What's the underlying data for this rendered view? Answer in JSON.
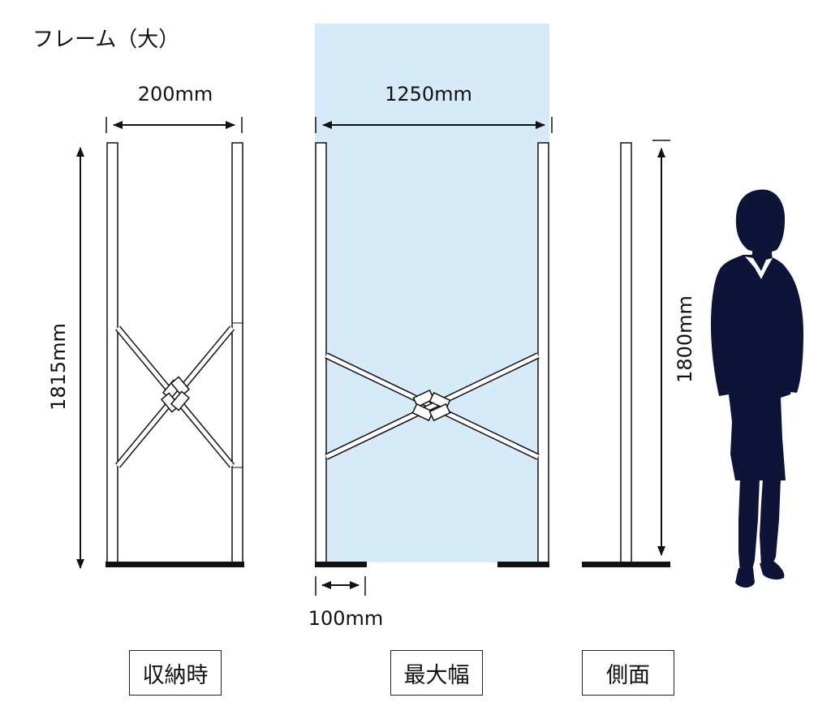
{
  "title": "フレーム（大）",
  "dimensions": {
    "collapsed_width": "200mm",
    "max_width": "1250mm",
    "collapsed_height": "1815mm",
    "side_height": "1800mm",
    "foot_width": "100mm"
  },
  "captions": {
    "collapsed": "収納時",
    "maximum": "最大幅",
    "side": "側面"
  },
  "colors": {
    "panel_fill": "#d6ebf7",
    "line": "#111111",
    "silhouette": "#0e1437"
  },
  "icons": {
    "figure": "person-silhouette-icon"
  }
}
